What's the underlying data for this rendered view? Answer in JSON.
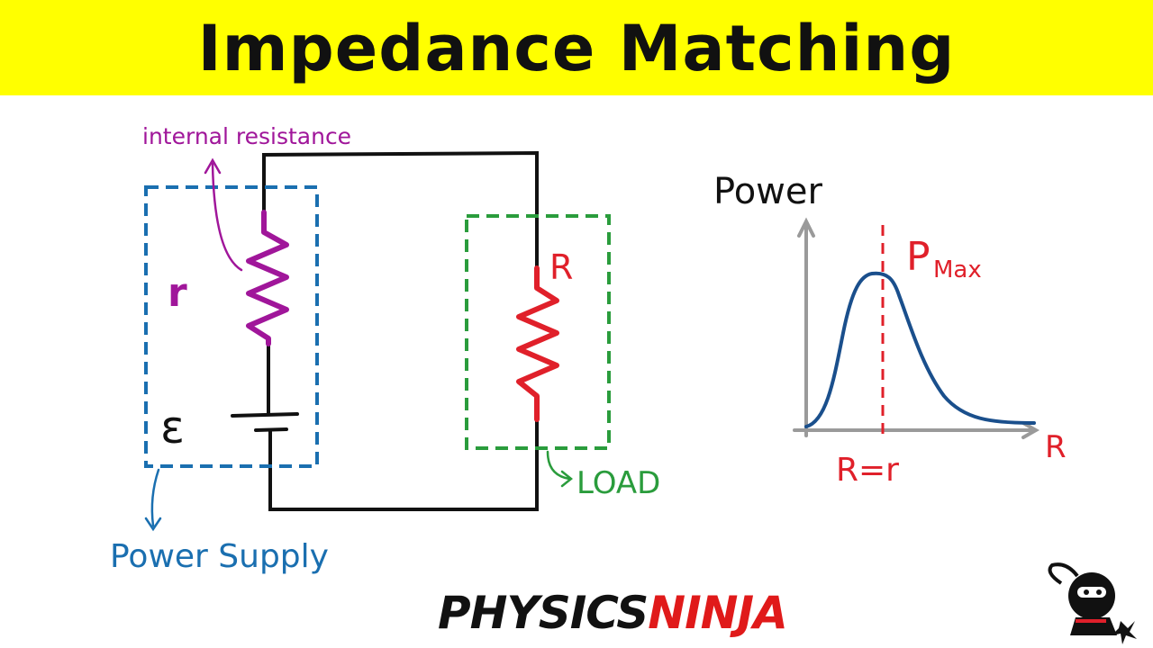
{
  "title": "Impedance Matching",
  "labels": {
    "internal_resistance": "internal resistance",
    "r": "r",
    "emf": "ε",
    "R": "R",
    "load": "LOAD",
    "power_supply": "Power Supply"
  },
  "graph": {
    "ylabel": "Power",
    "xlabel": "R",
    "peak_label_main": "P",
    "peak_label_sub": "Max",
    "match_label": "R=r"
  },
  "logo": {
    "part1": "PHYSICS",
    "part2": "NINJA"
  },
  "colors": {
    "banner": "#ffff00",
    "supply": "#1a6fb0",
    "internal": "#a0169a",
    "load": "#2a9c3c",
    "red": "#e0202a",
    "curve": "#1a4f8c",
    "axis": "#9a9a9a"
  },
  "icons": [
    "ninja-mascot-icon"
  ]
}
